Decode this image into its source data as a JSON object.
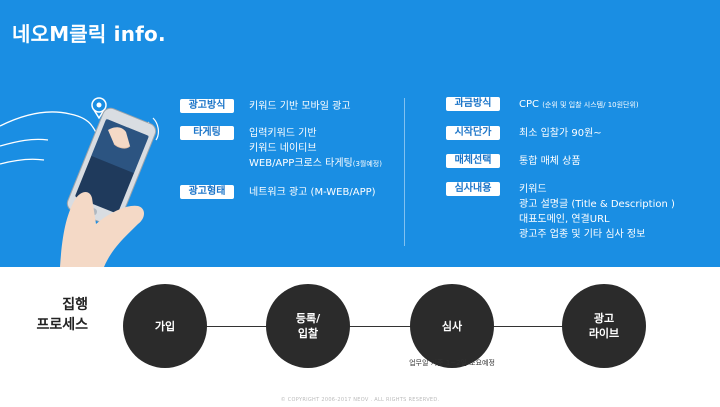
{
  "title": "네오M클릭 info.",
  "left_items": [
    {
      "tag": "광고방식",
      "lines": [
        "키워드 기반 모바일 광고"
      ]
    },
    {
      "tag": "타게팅",
      "lines": [
        "입력키워드 기반",
        "키워드 네이티브"
      ],
      "last_main": "WEB/APP크로스 타게팅",
      "last_small": "(3월예정)"
    },
    {
      "tag": "광고형태",
      "lines": [
        "네트워크 광고 (M-WEB/APP)"
      ]
    }
  ],
  "right_items": [
    {
      "tag": "과금방식",
      "main": "CPC ",
      "small": "(순위 및 입찰 시스템/ 10원단위)"
    },
    {
      "tag": "시작단가",
      "lines": [
        "최소 입찰가 90원~"
      ]
    },
    {
      "tag": "매체선택",
      "lines": [
        "통합 매체 상품"
      ]
    },
    {
      "tag": "심사내용",
      "lines": [
        "키워드",
        "광고 설명글 (Title & Description )",
        "대표도메인, 연결URL",
        "광고주 업종 및 기타 심사 정보"
      ]
    }
  ],
  "process": {
    "label_line1": "집행",
    "label_line2": "프로세스",
    "steps": [
      {
        "line1": "가입",
        "line2": ""
      },
      {
        "line1": "등록/",
        "line2": "입찰"
      },
      {
        "line1": "심사",
        "line2": ""
      },
      {
        "line1": "광고",
        "line2": "라이브"
      }
    ],
    "note": "업무일 기준 1~2일 소요예정"
  },
  "copyright": "© COPYRIGHT 2006-2017 NEOV . ALL RIGHTS RESERVED.",
  "colors": {
    "hero_bg": "#1a8ee3",
    "tag_text": "#1a74c8",
    "step_bg": "#2b2b2b"
  },
  "icons": [
    "location-pin-icon",
    "phone-hand-illustration"
  ]
}
